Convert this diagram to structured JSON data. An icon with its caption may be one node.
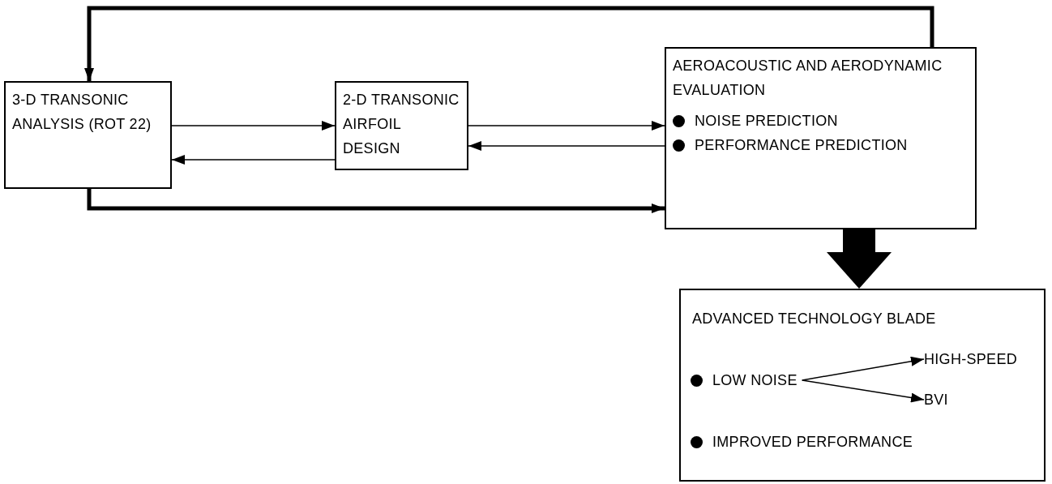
{
  "diagram": {
    "nodes": [
      {
        "text": [
          "3-D TRANSONIC ANALYSIS (ROT 22)"
        ]
      },
      {
        "text": [
          "2-D TRANSONIC AIRFOIL DESIGN"
        ]
      },
      {
        "text": [
          "AEROACOUSTIC AND AERODYNAMIC EVALUATION",
          "NOISE PREDICTION",
          "PERFORMANCE PREDICTION"
        ]
      },
      {
        "text": [
          "ADVANCED TECHNOLOGY BLADE",
          "IMPROVED PERFORMANCE"
        ]
      },
      {
        "text": [
          "LOW NOISE"
        ],
        "in": 3
      },
      {
        "text": [
          "HIGH-SPEED"
        ],
        "in": 3
      },
      {
        "text": [
          "BVI"
        ],
        "in": 3
      }
    ],
    "edges": [
      {
        "from": 0,
        "to": 1,
        "arrow": "to"
      },
      {
        "from": 1,
        "to": 0,
        "arrow": "to"
      },
      {
        "from": 1,
        "to": 2,
        "arrow": "to"
      },
      {
        "from": 2,
        "to": 1,
        "arrow": "to"
      },
      {
        "from": 0,
        "to": 2,
        "arrow": "to",
        "style": "thick"
      },
      {
        "from": 2,
        "to": 0,
        "arrow": "to",
        "style": "thick"
      },
      {
        "from": 2,
        "to": 3,
        "arrow": "to",
        "style": "thick"
      },
      {
        "from": 4,
        "to": 5,
        "arrow": "to"
      },
      {
        "from": 4,
        "to": 6,
        "arrow": "to"
      }
    ]
  }
}
